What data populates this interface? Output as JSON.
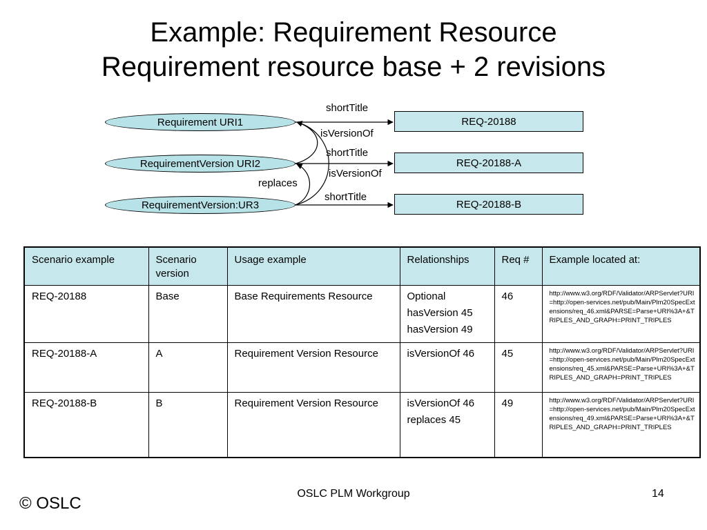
{
  "title": {
    "line1": "Example: Requirement Resource",
    "line2": "Requirement resource base + 2 revisions"
  },
  "diagram": {
    "resources": [
      "Requirement URI1",
      "RequirementVersion URI2",
      "RequirementVersion:UR3"
    ],
    "ids": [
      "REQ-20188",
      "REQ-20188-A",
      "REQ-20188-B"
    ],
    "labels": {
      "shortTitle1": "shortTitle",
      "shortTitle2": "shortTitle",
      "shortTitle3": "shortTitle",
      "isVersionOf1": "isVersionOf",
      "isVersionOf2": "isVersionOf",
      "replaces": "replaces"
    }
  },
  "table": {
    "headers": [
      "Scenario example",
      "Scenario version",
      "Usage example",
      "Relationships",
      "Req #",
      "Example located at:"
    ],
    "rows": [
      {
        "scenario": "REQ-20188",
        "version": "Base",
        "usage": "Base Requirements Resource",
        "relationships": [
          "Optional",
          "hasVersion 45",
          "hasVersion 49"
        ],
        "req": "46",
        "url": "http://www.w3.org/RDF/Validator/ARPServlet?URI=http://open-services.net/pub/Main/Plm20SpecExtensions/req_46.xml&PARSE=Parse+URI%3A+&TRIPLES_AND_GRAPH=PRINT_TRIPLES"
      },
      {
        "scenario": "REQ-20188-A",
        "version": "A",
        "usage": "Requirement Version Resource",
        "relationships": [
          "isVersionOf 46"
        ],
        "req": "45",
        "url": "http://www.w3.org/RDF/Validator/ARPServlet?URI=http://open-services.net/pub/Main/Plm20SpecExtensions/req_45.xml&PARSE=Parse+URI%3A+&TRIPLES_AND_GRAPH=PRINT_TRIPLES"
      },
      {
        "scenario": "REQ-20188-B",
        "version": "B",
        "usage": "Requirement Version Resource",
        "relationships": [
          "isVersionOf 46",
          "replaces 45"
        ],
        "req": "49",
        "url": "http://www.w3.org/RDF/Validator/ARPServlet?URI=http://open-services.net/pub/Main/Plm20SpecExtensions/req_49.xml&PARSE=Parse+URI%3A+&TRIPLES_AND_GRAPH=PRINT_TRIPLES"
      }
    ]
  },
  "footer": {
    "copyright": "© OSLC",
    "workgroup": "OSLC PLM Workgroup",
    "page": "14"
  }
}
